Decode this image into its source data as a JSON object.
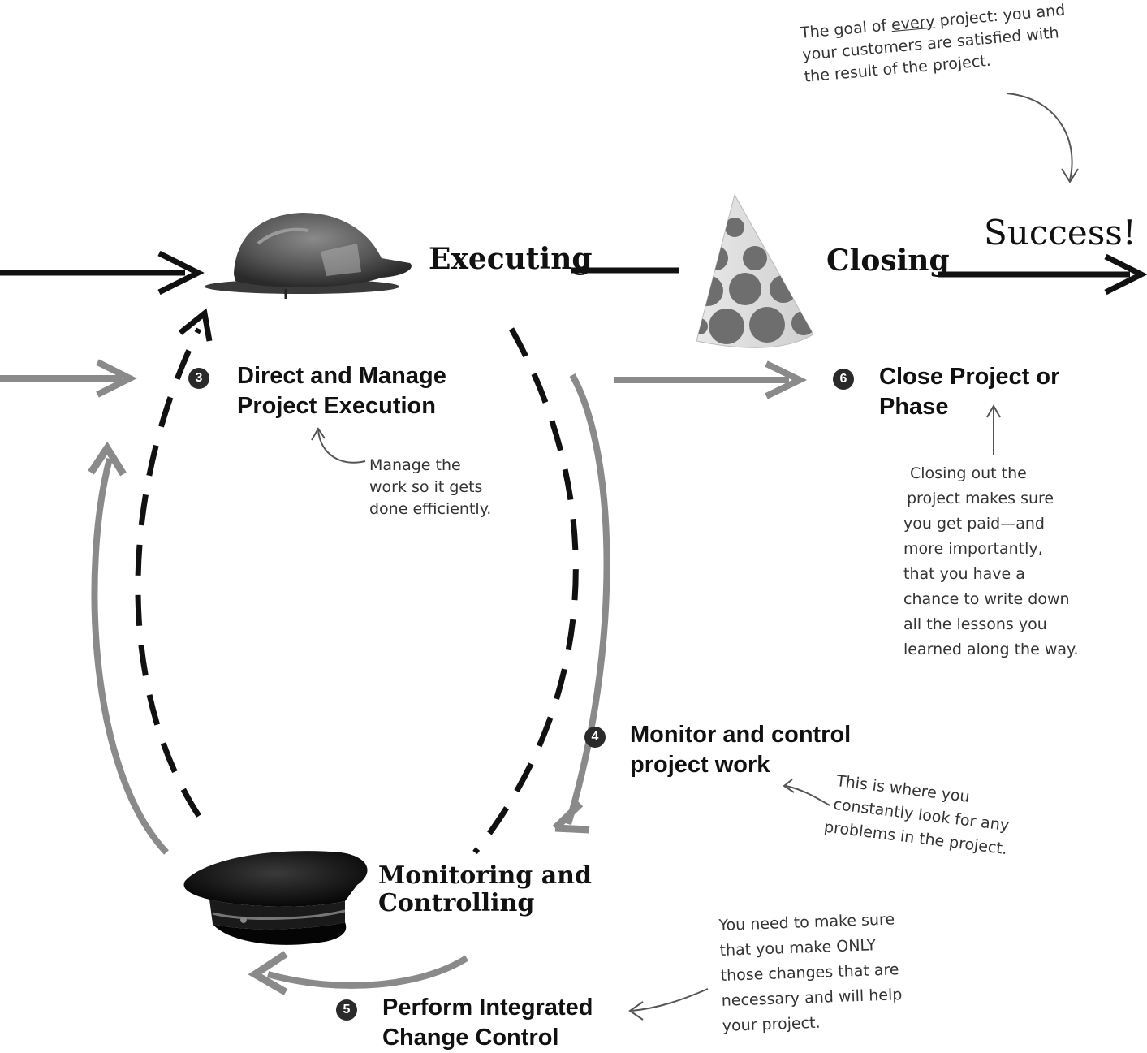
{
  "phases": {
    "executing": "Executing",
    "closing": "Closing",
    "monitoring_line1": "Monitoring and",
    "monitoring_line2": "Controlling",
    "success": "Success!"
  },
  "processes": {
    "p3": {
      "number": "3",
      "line1": "Direct and Manage",
      "line2": "Project Execution"
    },
    "p4": {
      "number": "4",
      "line1": "Monitor and control",
      "line2": "project work"
    },
    "p5": {
      "number": "5",
      "line1": "Perform Integrated",
      "line2": "Change Control"
    },
    "p6": {
      "number": "6",
      "line1": "Close Project or",
      "line2": "Phase"
    }
  },
  "notes": {
    "goal": [
      "The goal of every project: you and",
      "your customers are satisfied with",
      "the result of the project."
    ],
    "manage": [
      "Manage the",
      "work so it gets",
      "done efficiently."
    ],
    "closing": [
      "Closing out the",
      "project makes sure",
      "you get paid—and",
      "more importantly,",
      "that you have a",
      "chance to write down",
      "all the lessons you",
      "learned along the way."
    ],
    "monitor": [
      "This is where you",
      "constantly look for any",
      "problems in the project."
    ],
    "change": [
      "You need to make sure",
      "that you make ONLY",
      "those changes that are",
      "necessary and will help",
      "your project."
    ]
  },
  "colors": {
    "black_arrow": "#111111",
    "gray_arrow": "#8a8a8a",
    "note_text": "#333333"
  },
  "images": [
    "hard-hat",
    "party-hat",
    "officer-cap"
  ]
}
